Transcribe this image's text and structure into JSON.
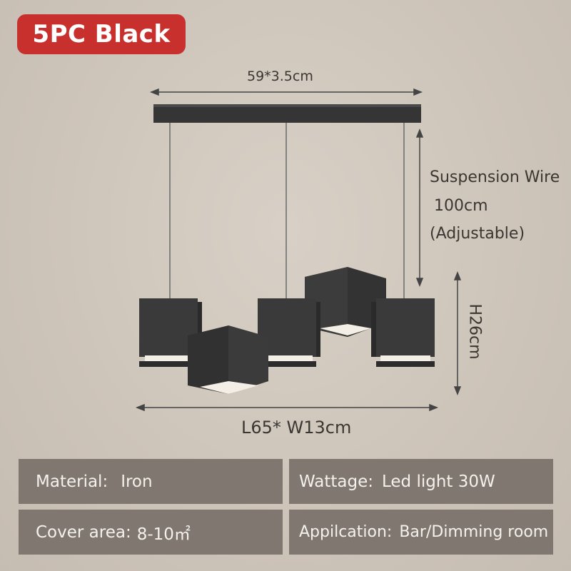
{
  "badge": {
    "text": "5PC  Black"
  },
  "dimensions": {
    "top_width": "59*3.5cm",
    "suspension_line1": "Suspension Wire",
    "suspension_line2": "100cm",
    "suspension_line3": "(Adjustable)",
    "height": "H26cm",
    "bottom": "L65* W13cm"
  },
  "specs": {
    "material_key": "Material:",
    "material_val": "Iron",
    "wattage_key": "Wattage:",
    "wattage_val": "Led light 30W",
    "cover_key": "Cover area:",
    "cover_val": "8-10㎡",
    "application_key": "Appilcation:",
    "application_val": "Bar/Dimming room"
  },
  "colors": {
    "badge": "#c7302d",
    "spec_panel": "#7f7770",
    "lamp": "#3b3b3b"
  }
}
